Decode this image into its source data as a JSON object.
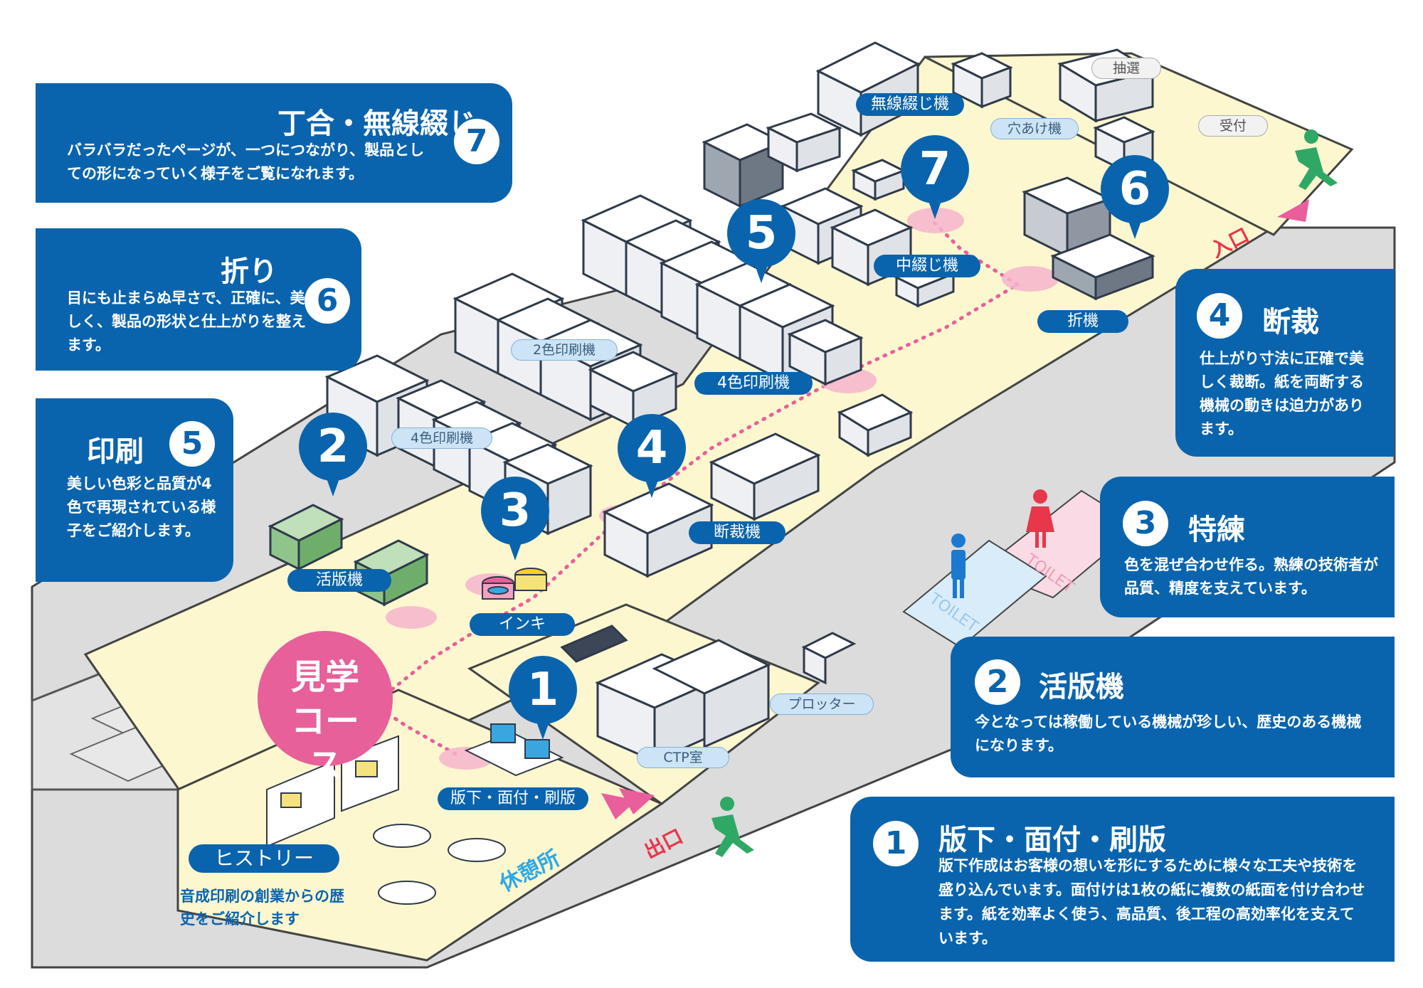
{
  "boxes": [
    {
      "num": "7",
      "title": "丁合・無線綴じ",
      "text": "バラバラだったページが、一つにつながり、製品としての形になっていく様子をご覧になれます。"
    },
    {
      "num": "6",
      "title": "折り",
      "text": "目にも止まらぬ早さで、正確に、美しく、製品の形状と仕上がりを整えます。"
    },
    {
      "num": "5",
      "title": "印刷",
      "text": "美しい色彩と品質が4色で再現されている様子をご紹介します。"
    },
    {
      "num": "4",
      "title": "断裁",
      "text": "仕上がり寸法に正確で美しく裁断。紙を両断する機械の動きは迫力があります。"
    },
    {
      "num": "3",
      "title": "特練",
      "text": "色を混ぜ合わせ作る。熟練の技術者が品質、精度を支えています。"
    },
    {
      "num": "2",
      "title": "活版機",
      "text": "今となっては稼働している機械が珍しい、歴史のある機械になります。"
    },
    {
      "num": "1",
      "title": "版下・面付・刷版",
      "text": "版下作成はお客様の想いを形にするために様々な工夫や技術を盛り込んでいます。面付けは1枚の紙に複数の紙面を付け合わせます。紙を効率よく使う、高品質、後工程の高効率化を支えています。"
    }
  ],
  "labels": {
    "binding": "無線綴じ機",
    "punch": "穴あけ機",
    "lottery": "抽選",
    "reception": "受付",
    "saddle": "中綴じ機",
    "folding": "折機",
    "press2": "2色印刷機",
    "press4a": "4色印刷機",
    "press4b": "4色印刷機",
    "cutting": "断裁機",
    "letterpress": "活版機",
    "ink": "インキ",
    "plotter": "プロッター",
    "ctp": "CTP室",
    "prepress": "版下・面付・刷版",
    "history": "ヒストリー",
    "history_desc": "音成印刷の創業からの歴史をご紹介します",
    "rest": "休憩所",
    "exit": "出口",
    "entrance": "入口",
    "toilet": "TOILET",
    "course": "見学コース"
  },
  "pins": [
    "1",
    "2",
    "3",
    "4",
    "5",
    "6",
    "7"
  ],
  "colors": {
    "blue": "#0a64ad",
    "pink": "#e7609a",
    "floor": "#fdf7cf",
    "gray": "#d7d7d7",
    "green": "#2fa866",
    "red": "#e8364a"
  }
}
